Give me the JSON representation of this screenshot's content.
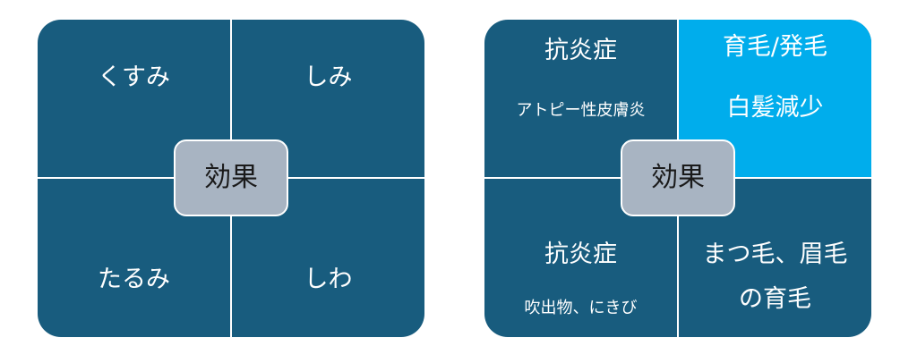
{
  "left": {
    "center": "効果",
    "top_left": "くすみ",
    "top_right": "しみ",
    "bottom_left": "たるみ",
    "bottom_right": "しわ"
  },
  "right": {
    "center": "効果",
    "top_left": {
      "title": "抗炎症",
      "sub": "アトピー性皮膚炎"
    },
    "top_right": {
      "line1": "育毛/発毛",
      "line2": "白髪減少"
    },
    "bottom_left": {
      "title": "抗炎症",
      "sub": "吹出物、にきび"
    },
    "bottom_right": {
      "line1": "まつ毛、眉毛",
      "line2": "の育毛"
    }
  },
  "colors": {
    "panel": "#185c7e",
    "highlight": "#00adec",
    "center_box": "#a8b4c2",
    "divider": "#ffffff"
  }
}
